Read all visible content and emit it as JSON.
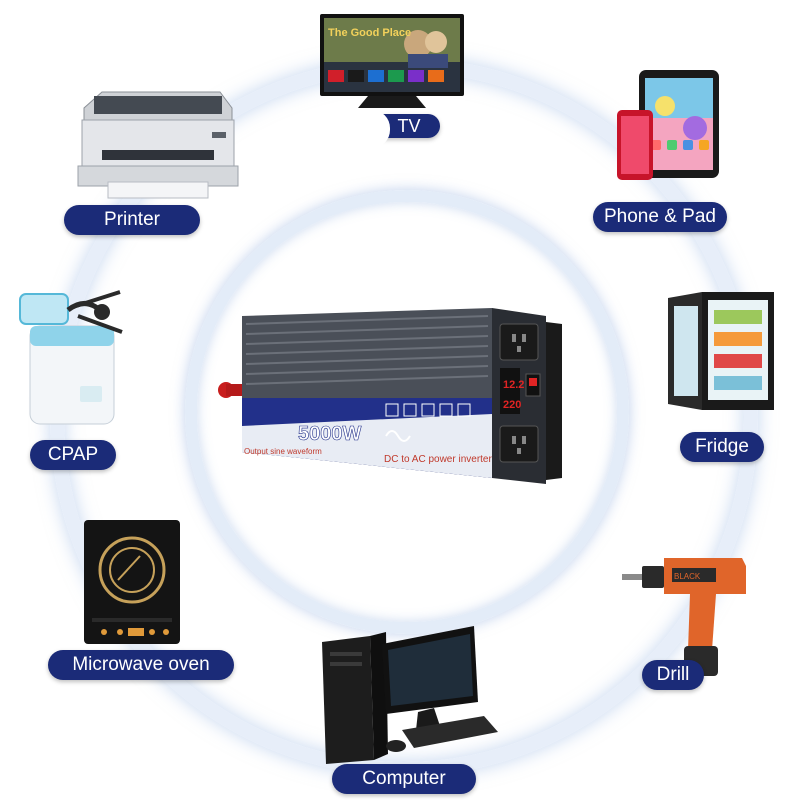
{
  "devices": {
    "tv": {
      "label": "TV",
      "icon": "tv-icon",
      "screen_text": "The Good Place"
    },
    "phone_pad": {
      "label": "Phone & Pad",
      "icon": "tablet-phone-icon"
    },
    "printer": {
      "label": "Printer",
      "icon": "printer-icon"
    },
    "cpap": {
      "label": "CPAP",
      "icon": "cpap-machine-icon"
    },
    "fridge": {
      "label": "Fridge",
      "icon": "mini-fridge-icon"
    },
    "microwave": {
      "label": "Microwave oven",
      "icon": "induction-cooker-icon"
    },
    "drill": {
      "label": "Drill",
      "icon": "power-drill-icon"
    },
    "computer": {
      "label": "Computer",
      "icon": "desktop-computer-icon"
    }
  },
  "inverter": {
    "power": "5000W",
    "waveform_label": "Output sine waveform",
    "description": "DC to AC power inverter",
    "display_top": "12.2",
    "display_bottom": "220"
  },
  "colors": {
    "pill_bg": "#1b2b78",
    "ring": "#e7eef9",
    "inverter_body": "#4a4f58",
    "inverter_panel": "#22308a"
  }
}
